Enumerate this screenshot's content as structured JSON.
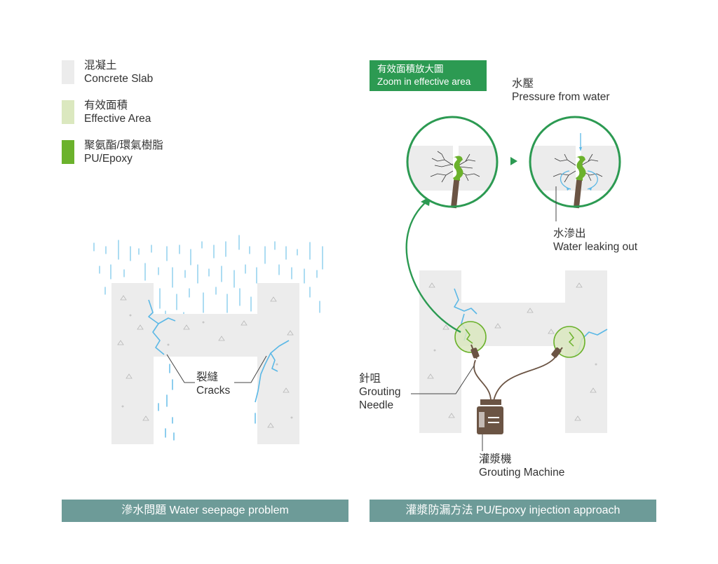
{
  "legend": [
    {
      "zh": "混凝土",
      "en": "Concrete Slab",
      "color": "#ececec"
    },
    {
      "zh": "有效面積",
      "en": "Effective Area",
      "color": "#dbe8bf"
    },
    {
      "zh": "聚氨酯/環氣樹脂",
      "en": "PU/Epoxy",
      "color": "#6bb22c"
    }
  ],
  "zoom_tag": {
    "zh": "有效面積放大圖",
    "en": "Zoom in effective area"
  },
  "labels": {
    "pressure_zh": "水壓",
    "pressure_en": "Pressure from water",
    "leak_zh": "水滲出",
    "leak_en": "Water leaking out",
    "cracks_zh": "裂縫",
    "cracks_en": "Cracks",
    "needle_zh": "針咀",
    "needle_en1": "Grouting",
    "needle_en2": "Needle",
    "machine_zh": "灌漿機",
    "machine_en": "Grouting Machine"
  },
  "banners": {
    "left": "滲水問題 Water seepage problem",
    "right": "灌漿防漏方法 PU/Epoxy injection approach"
  },
  "colors": {
    "concrete": "#ececec",
    "crack": "#5bb8e6",
    "green_ring": "#2c9a52",
    "epoxy": "#6bb22c",
    "machine": "#6b5444",
    "banner": "#6d9b98"
  }
}
